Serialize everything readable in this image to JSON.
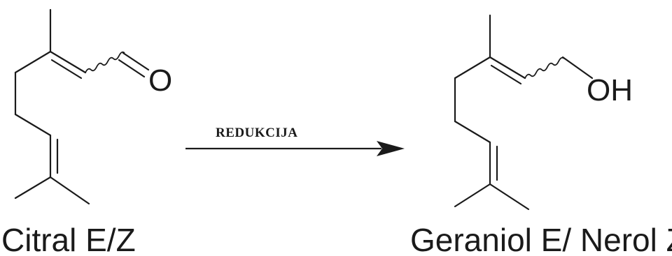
{
  "reactant": {
    "name": "Citral E/Z",
    "oxygen_label": "O"
  },
  "reaction": {
    "condition": "REDUKCIJA"
  },
  "product": {
    "name": "Geraniol E/ Nerol Z",
    "hydroxyl_label": "OH"
  }
}
